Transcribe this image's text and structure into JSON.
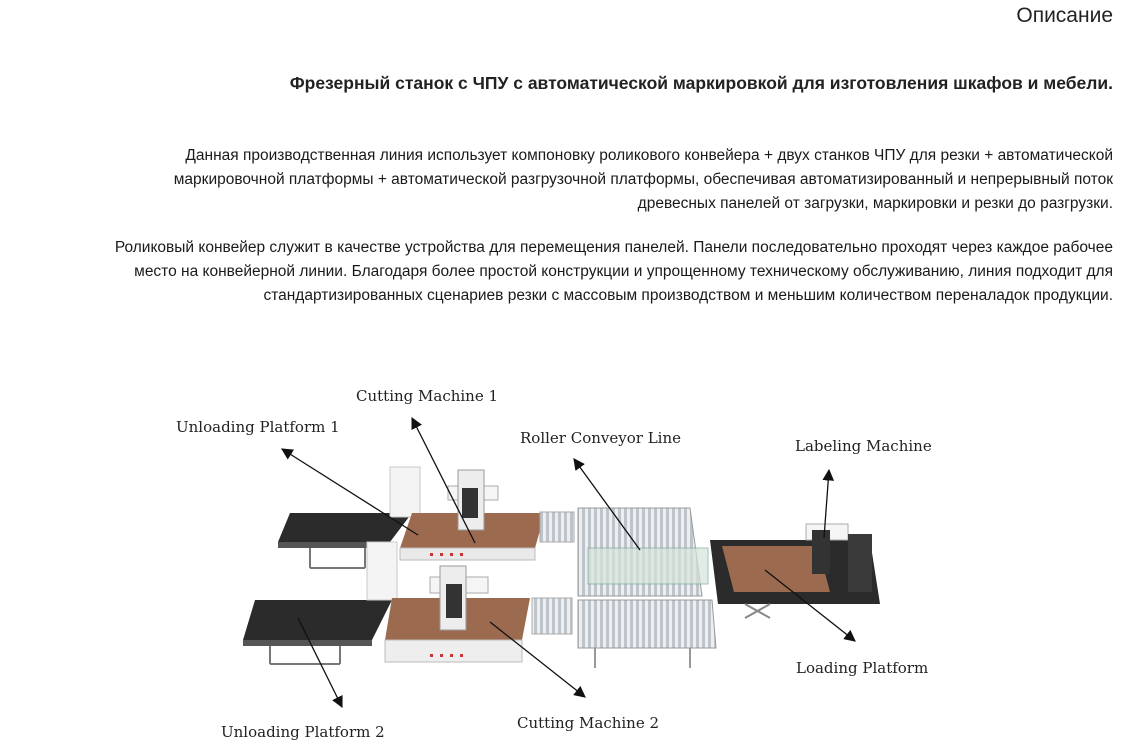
{
  "section": {
    "title": "Описание"
  },
  "heading": ".Фрезерный станок с ЧПУ с автоматической маркировкой для изготовления шкафов и мебели",
  "paragraph1": {
    "lines": [
      "Данная производственная линия использует компоновку роликового конвейера + двух станков ЧПУ для резки + автоматической",
      "маркировочной платформы + автоматической разгрузочной платформы, обеспечивая автоматизированный и непрерывный поток",
      ".древесных панелей от загрузки, маркировки и резки до разгрузки"
    ]
  },
  "paragraph2": {
    "lines": [
      "Роликовый конвейер служит в качестве устройства для перемещения панелей. Панели последовательно проходят через каждое рабочее",
      "место на конвейерной линии. Благодаря более простой конструкции и упрощенному техническому обслуживанию, линия подходит для",
      ".стандартизированных сценариев резки с массовым производством и меньшим количеством переналадок продукции"
    ]
  },
  "diagram": {
    "labels": {
      "cutting_machine_1": "Cutting Machine 1",
      "unloading_platform_1": "Unloading Platform 1",
      "roller_conveyor_line": "Roller Conveyor Line",
      "labeling_machine": "Labeling Machine",
      "loading_platform": "Loading Platform",
      "cutting_machine_2": "Cutting Machine 2",
      "unloading_platform_2": "Unloading Platform 2"
    },
    "colors": {
      "wood": "#9c6a4f",
      "frame": "#f2f2f2",
      "belt": "#2b2b2b",
      "roller": "#c9cdd2"
    }
  }
}
